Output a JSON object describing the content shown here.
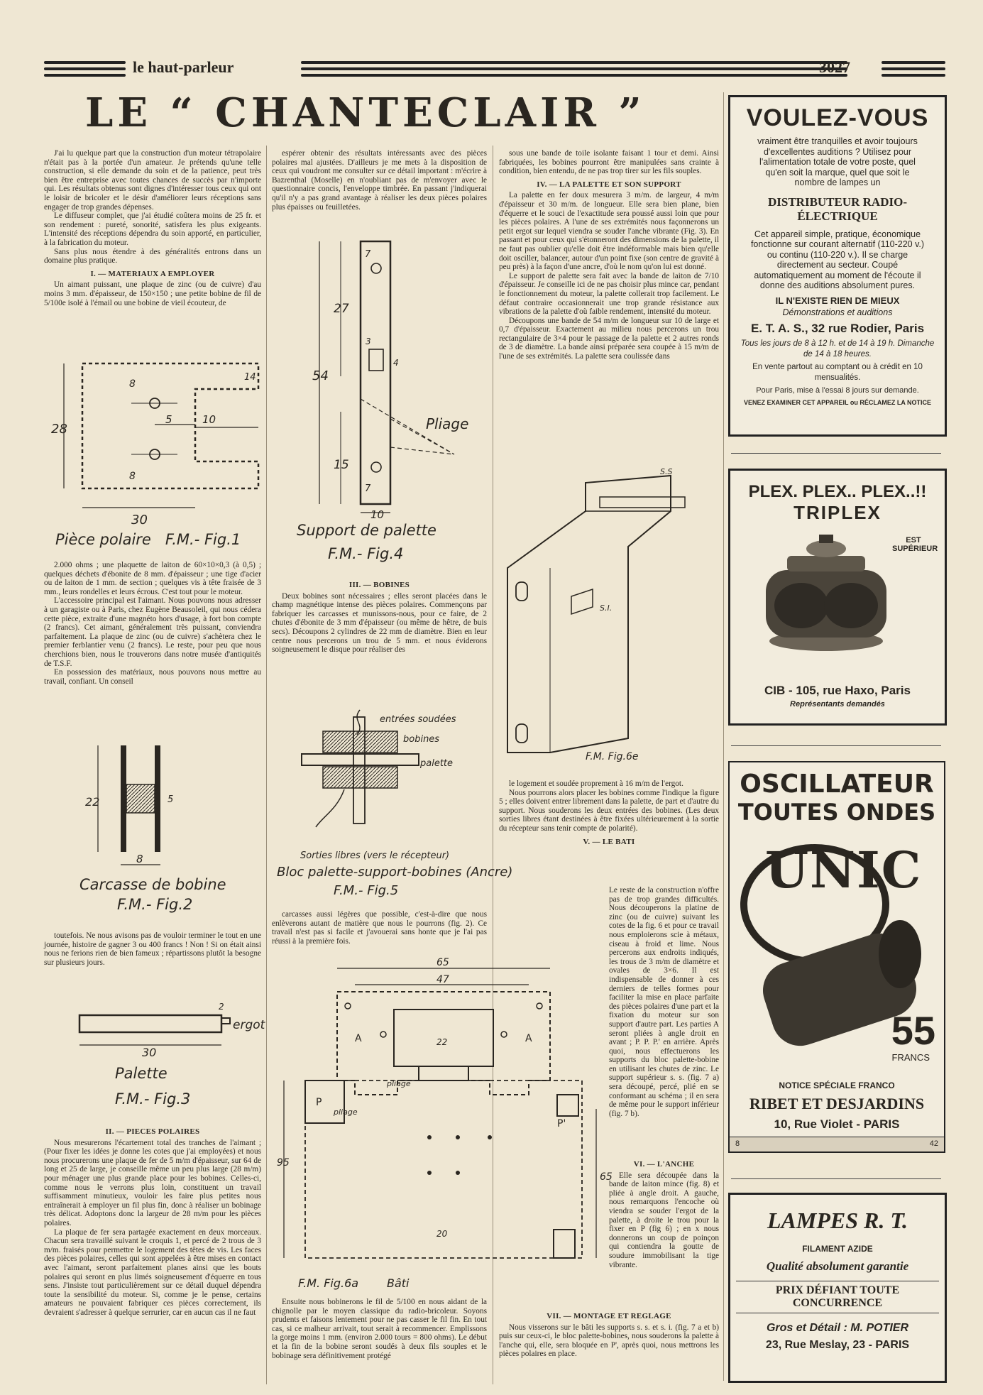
{
  "header": {
    "masthead": "le haut-parleur",
    "page_number": "3027"
  },
  "title": "LE “ CHANTECLAIR ”",
  "col1": {
    "intro": "J'ai lu quelque part que la construction d'un moteur tétrapolaire n'était pas à la portée d'un amateur. Je prétends qu'une telle construction, si elle demande du soin et de la patience, peut très bien être entreprise avec toutes chances de succès par n'importe qui. Les résultats obtenus sont dignes d'intéresser tous ceux qui ont le loisir de bricoler et le désir d'améliorer leurs réceptions sans engager de trop grandes dépenses.",
    "p2": "Le diffuseur complet, que j'ai étudié coûtera moins de 25 fr. et son rendement : pureté, sonorité, satisfera les plus exigeants. L'intensité des réceptions dépendra du soin apporté, en particulier, à la fabrication du moteur.",
    "p3": "Sans plus nous étendre à des généralités entrons dans un domaine plus pratique.",
    "h1": "I. — MATERIAUX A EMPLOYER",
    "p4": "Un aimant puissant, une plaque de zinc (ou de cuivre) d'au moins 3 mm. d'épaisseur, de 150×150 ; une petite bobine de fil de 5/100e isolé à l'émail ou une bobine de vieil écouteur, de",
    "fig1_caption": "Pièce polaire",
    "fig1_num": "F.M.- Fig.1",
    "p5": "2.000 ohms ; une plaquette de laiton de 60×10×0,3 (à 0,5) ; quelques déchets d'ébonite de 8 mm. d'épaisseur ; une tige d'acier ou de laiton de 1 mm. de section ; quelques vis à tête fraisée de 3 mm., leurs rondelles et leurs écrous. C'est tout pour le moteur.",
    "p6": "L'accessoire principal est l'aimant. Nous pouvons nous adresser à un garagiste ou à Paris, chez Eugène Beausoleil, qui nous cédera cette pièce, extraite d'une magnéto hors d'usage, à fort bon compte (2 francs). Cet aimant, généralement très puissant, conviendra parfaitement. La plaque de zinc (ou de cuivre) s'achètera chez le premier ferblantier venu (2 francs). Le reste, pour peu que nous cherchions bien, nous le trouverons dans notre musée d'antiquités de T.S.F.",
    "p7": "En possession des matériaux, nous pouvons nous mettre au travail, confiant. Un conseil",
    "fig2_caption": "Carcasse de bobine",
    "fig2_num": "F.M.- Fig.2",
    "p8": "toutefois. Ne nous avisons pas de vouloir terminer le tout en une journée, histoire de gagner 3 ou 400 francs ! Non ! Si on était ainsi nous ne ferions rien de bien fameux ; répartissons plutôt la besogne sur plusieurs jours.",
    "fig3_caption": "Palette",
    "fig3_num": "F.M.- Fig.3",
    "fig3_label": "ergot",
    "h2": "II. — PIECES POLAIRES",
    "p9": "Nous mesurerons l'écartement total des tranches de l'aimant ; (Pour fixer les idées je donne les cotes que j'ai employées) et nous nous procurerons une plaque de fer de 5 m/m d'épaisseur, sur 64 de long et 25 de large, je conseille même un peu plus large (28 m/m) pour ménager une plus grande place pour les bobines. Celles-ci, comme nous le verrons plus loin, constituent un travail suffisamment minutieux, vouloir les faire plus petites nous entraînerait à employer un fil plus fin, donc à réaliser un bobinage très délicat. Adoptons donc la largeur de 28 m/m pour les pièces polaires.",
    "p10": "La plaque de fer sera partagée exactement en deux morceaux. Chacun sera travaillé suivant le croquis 1, et percé de 2 trous de 3 m/m. fraisés pour permettre le logement des têtes de vis. Les faces des pièces polaires, celles qui sont appelées à être mises en contact avec l'aimant, seront parfaitement planes ainsi que les bouts polaires qui seront en plus limés soigneusement d'équerre en tous sens. J'insiste tout particulièrement sur ce détail duquel dépendra toute la sensibilité du moteur. Si, comme je le pense, certains amateurs ne pouvaient fabriquer ces pièces correctement, ils devraient s'adresser à quelque serrurier, car en aucun cas il ne faut"
  },
  "col2": {
    "p1": "espérer obtenir des résultats intéressants avec des pièces polaires mal ajustées. D'ailleurs je me mets à la disposition de ceux qui voudront me consulter sur ce détail important : m'écrire à Bazrenthal (Moselle) en n'oubliant pas de m'envoyer avec le questionnaire concis, l'enveloppe timbrée. En passant j'indiquerai qu'il n'y a pas grand avantage à réaliser les deux pièces polaires plus épaisses ou feuilletées.",
    "fig4_caption": "Support de palette",
    "fig4_num": "F.M.- Fig.4",
    "fig4_label": "Pliage",
    "h3": "III. — BOBINES",
    "p2": "Deux bobines sont nécessaires ; elles seront placées dans le champ magnétique intense des pièces polaires. Commençons par fabriquer les carcasses et munissons-nous, pour ce faire, de 2 chutes d'ébonite de 3 mm d'épaisseur (ou même de hêtre, de buis secs). Découpons 2 cylindres de 22 mm de diamètre. Bien en leur centre nous percerons un trou de 5 mm. et nous éviderons soigneusement le disque pour réaliser des",
    "fig5_l1": "entrées soudées",
    "fig5_l2": "bobines",
    "fig5_l3": "palette",
    "fig5_l4": "Sorties libres (vers le récepteur)",
    "fig5_caption": "Bloc palette-support-bobines (Ancre)",
    "fig5_num": "F.M.- Fig.5",
    "p3": "carcasses aussi légères que possible, c'est-à-dire que nous enlèverons autant de matière que nous le pourrons (fig. 2). Ce travail n'est pas si facile et j'avouerai sans honte que je l'ai pas réussi à la première fois.",
    "fig6a_num": "F.M. Fig.6a",
    "fig6a_caption": "Bâti",
    "fig6a_l1": "pliage",
    "fig6a_l2": "pliage",
    "p4": "Ensuite nous bobinerons le fil de 5/100 en nous aidant de la chignolle par le moyen classique du radio-bricoleur. Soyons prudents et faisons lentement pour ne pas casser le fil fin. En tout cas, si ce malheur arrivait, tout serait à recommencer. Emplissons la gorge moins 1 mm. (environ 2.000 tours = 800 ohms). Le début et la fin de la bobine seront soudés à deux fils souples et le bobinage sera définitivement protégé"
  },
  "col3": {
    "p1": "sous une bande de toile isolante faisant 1 tour et demi. Ainsi fabriquées, les bobines pourront être manipulées sans crainte à condition, bien entendu, de ne pas trop tirer sur les fils souples.",
    "h4": "IV. — LA PALETTE ET SON SUPPORT",
    "p2": "La palette en fer doux mesurera 3 m/m. de largeur, 4 m/m d'épaisseur et 30 m/m. de longueur. Elle sera bien plane, bien d'équerre et le souci de l'exactitude sera poussé aussi loin que pour les pièces polaires. A l'une de ses extrémités nous façonnerons un petit ergot sur lequel viendra se souder l'anche vibrante (Fig. 3). En passant et pour ceux qui s'étonneront des dimensions de la palette, il ne faut pas oublier qu'elle doit être indéformable mais bien qu'elle doit osciller, balancer, autour d'un point fixe (son centre de gravité à peu près) à la façon d'une ancre, d'où le nom qu'on lui est donné.",
    "p3": "Le support de palette sera fait avec la bande de laiton de 7/10 d'épaisseur. Je conseille ici de ne pas choisir plus mince car, pendant le fonctionnement du moteur, la palette collerait trop facilement. Le défaut contraire occasionnerait une trop grande résistance aux vibrations de la palette d'où faible rendement, intensité du moteur.",
    "p4": "Découpons une bande de 54 m/m de longueur sur 10 de large et 0,7 d'épaisseur. Exactement au milieu nous percerons un trou rectangulaire de 3×4 pour le passage de la palette et 2 autres ronds de 3 de diamètre. La bande ainsi préparée sera coupée à 15 m/m de l'une de ses extrémités. La palette sera coulissée dans",
    "fig6_label_ss": "S.S",
    "fig6_label_si": "S.I.",
    "fig6_num": "F.M. Fig.6e",
    "p5": "le logement et soudée proprement à 16 m/m de l'ergot.",
    "p6": "Nous pourrons alors placer les bobines comme l'indique la figure 5 ; elles doivent entrer librement dans la palette, de part et d'autre du support. Nous souderons les deux entrées des bobines. (Les deux sorties libres étant destinées à être fixées ultérieurement à la sortie du récepteur sans tenir compte de polarité).",
    "h5": "V. — LE BATI",
    "p7": "Le reste de la construction n'offre pas de trop grandes difficultés. Nous découperons la platine de zinc (ou de cuivre) suivant les cotes de la fig. 6 et pour ce travail nous emploierons scie à métaux, ciseau à froid et lime. Nous percerons aux endroits indiqués, les trous de 3 m/m de diamètre et ovales de 3×6. Il est indispensable de donner à ces derniers de telles formes pour faciliter la mise en place parfaite des pièces polaires d'une part et la fixation du moteur sur son support d'autre part. Les parties A seront pliées à angle droit en avant ; P. P. P.' en arrière. Après quoi, nous effectuerons les supports du bloc palette-bobine en utilisant les chutes de zinc. Le support supérieur s. s. (fig. 7 a) sera découpé, percé, plié en se conformant au schéma ; il en sera de même pour le support inférieur (fig. 7 b).",
    "h6": "VI. — L'ANCHE",
    "p8": "Elle sera découpée dans la bande de laiton mince (fig. 8) et pliée à angle droit. A gauche, nous remarquons l'encoche où viendra se souder l'ergot de la palette, à droite le trou pour la fixer en P (fig 6) ; en x nous donnerons un coup de poinçon qui contiendra la goutte de soudure immobilisant la tige vibrante.",
    "h7": "VII. — MONTAGE ET REGLAGE",
    "p9": "Nous visserons sur le bâti les supports s. s. et s. i. (fig. 7 a et b) puis sur ceux-ci, le bloc palette-bobines, nous souderons la palette à l'anche qui, elle, sera bloquée en P', après quoi, nous mettrons les pièces polaires en place."
  },
  "ad1": {
    "headline": "VOULEZ-VOUS",
    "t1": "vraiment être tranquilles et avoir toujours d'excellentes auditions ? Utilisez pour l'alimentation totale de votre poste, quel qu'en soit la marque, quel que soit le nombre de lampes un",
    "brand": "DISTRIBUTEUR RADIO-ÉLECTRIQUE",
    "t2": "Cet appareil simple, pratique, économique fonctionne sur courant alternatif (110-220 v.) ou continu (110-220 v.). Il se charge directement au secteur. Coupé automatiquement au moment de l'écoute il donne des auditions absolument pures.",
    "slogan": "IL N'EXISTE RIEN DE MIEUX",
    "demo": "Démonstrations et auditions",
    "address": "E. T. A. S., 32 rue Rodier, Paris",
    "hours": "Tous les jours de 8 à 12 h. et de 14 à 19 h. Dimanche de 14 à 18 heures.",
    "sale": "En vente partout au comptant ou à crédit en 10 mensualités.",
    "trial": "Pour Paris, mise à l'essai 8 jours sur demande.",
    "footer": "VENEZ EXAMINER CET APPAREIL ou RÉCLAMEZ LA NOTICE"
  },
  "ad2": {
    "headline": "PLEX. PLEX.. PLEX..!!",
    "brand": "TRIPLEX",
    "tag": "EST SUPÉRIEUR",
    "address": "CIB - 105, rue Haxo, Paris",
    "reps": "Représentants demandés"
  },
  "ad3": {
    "headline1": "OSCILLATEUR",
    "headline2": "TOUTES ONDES",
    "logo": "UNIC",
    "price": "55",
    "currency": "FRANCS",
    "notice": "NOTICE SPÉCIALE FRANCO",
    "company": "RIBET ET DESJARDINS",
    "address": "10, Rue Violet - PARIS",
    "code_left": "8",
    "code_right": "42"
  },
  "ad4": {
    "headline": "LAMPES R. T.",
    "t1": "FILAMENT AZIDE",
    "t2": "Qualité absolument garantie",
    "t3": "PRIX DÉFIANT TOUTE CONCURRENCE",
    "t4": "Gros et Détail : M. POTIER",
    "t5": "23, Rue Meslay, 23 - PARIS"
  },
  "dims": {
    "f1_30": "30",
    "f1_28": "28",
    "f1_10": "10",
    "f1_5": "5",
    "f1_8a": "8",
    "f1_8b": "8",
    "f1_14": "14",
    "f2_22": "22",
    "f2_8": "8",
    "f2_5": "5",
    "f3_30": "30",
    "f3_2": "2",
    "f4_54": "54",
    "f4_27": "27",
    "f4_15": "15",
    "f4_10": "10",
    "f4_7a": "7",
    "f4_7b": "7",
    "f4_3": "3",
    "f4_4": "4",
    "f6_65": "65",
    "f6_47": "47",
    "f6_95": "95",
    "f6_65b": "65",
    "f6_22": "22",
    "f6_20": "20",
    "f6_A1": "A",
    "f6_A2": "A",
    "f6_P": "P",
    "f6_Pp": "P'"
  },
  "colors": {
    "paper": "#efe7d3",
    "ink": "#2a2620"
  }
}
